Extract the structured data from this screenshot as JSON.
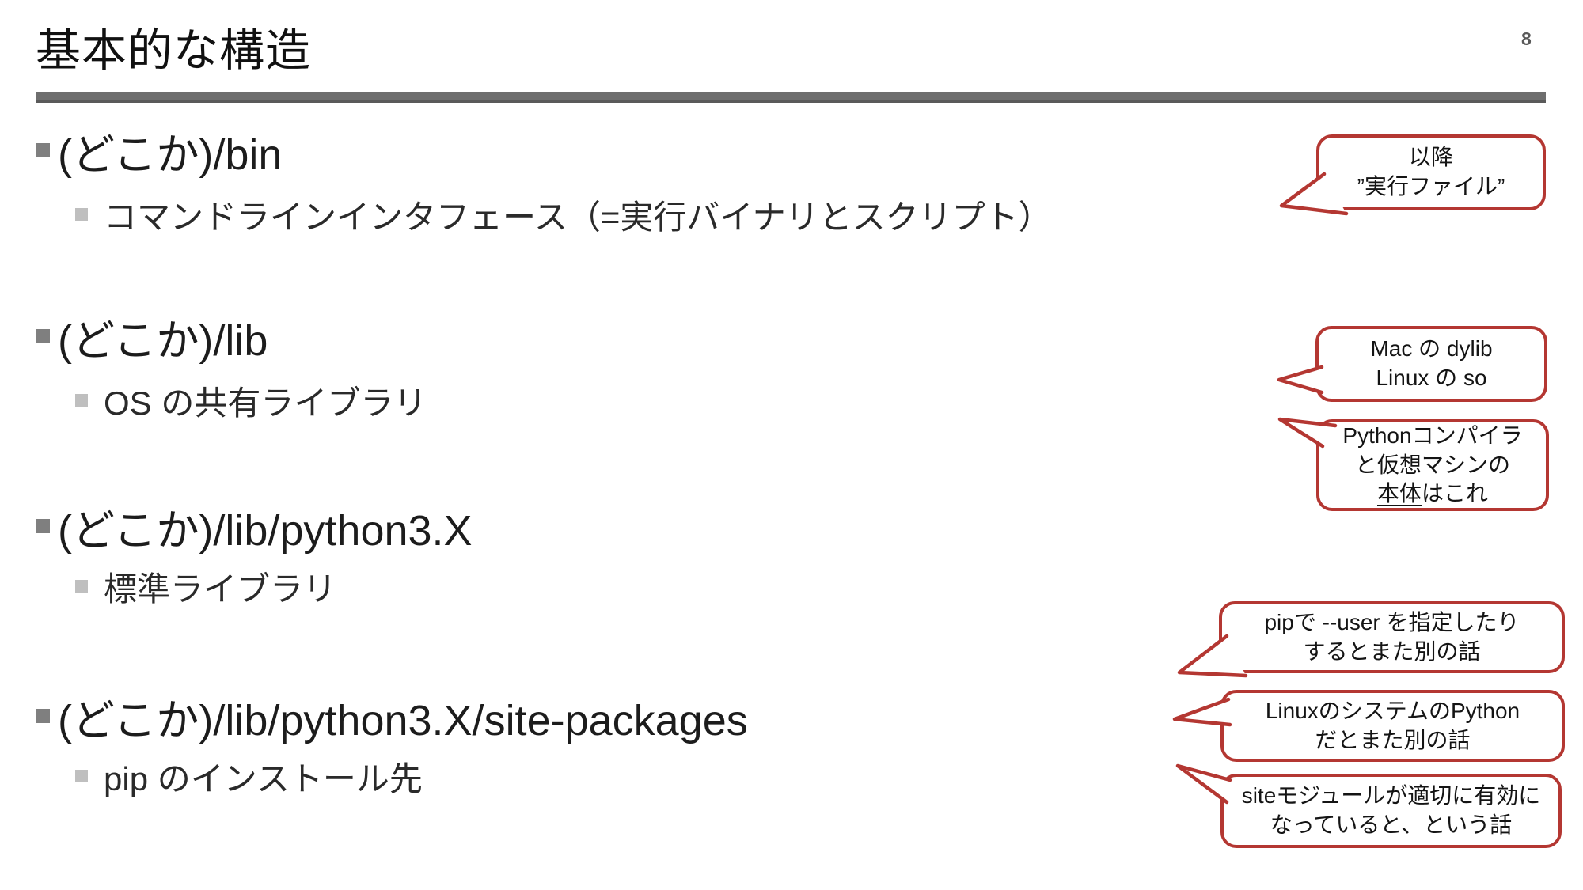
{
  "slide": {
    "title": "基本的な構造",
    "page_number": "8",
    "colors": {
      "callout_border_red": "#B43732",
      "divider_gray": "#6E6E6E",
      "bullet_level1_gray": "#7F7F7F",
      "bullet_level2_gray": "#BFBFBF",
      "text": "#1C1C1C"
    }
  },
  "bullets": [
    {
      "label": "(どこか)/bin",
      "sub": "コマンドラインインタフェース（=実行バイナリとスクリプト）"
    },
    {
      "label": "(どこか)/lib",
      "sub": "OS の共有ライブラリ"
    },
    {
      "label": "(どこか)/lib/python3.X",
      "sub": "標準ライブラリ"
    },
    {
      "label": "(どこか)/lib/python3.X/site-packages",
      "sub": "pip のインストール先"
    }
  ],
  "callouts": [
    {
      "lines": [
        [
          {
            "t": "以降"
          }
        ],
        [
          {
            "t": "”実行ファイル”"
          }
        ]
      ]
    },
    {
      "lines": [
        [
          {
            "t": "Mac の dylib"
          }
        ],
        [
          {
            "t": "Linux の so"
          }
        ]
      ]
    },
    {
      "lines": [
        [
          {
            "t": "Pythonコンパイラ"
          }
        ],
        [
          {
            "t": "と仮想マシンの"
          }
        ],
        [
          {
            "t": "本体",
            "u": true
          },
          {
            "t": "はこれ"
          }
        ]
      ]
    },
    {
      "lines": [
        [
          {
            "t": "pipで --user を指定したり"
          }
        ],
        [
          {
            "t": "するとまた別の話"
          }
        ]
      ]
    },
    {
      "lines": [
        [
          {
            "t": "LinuxのシステムのPython"
          }
        ],
        [
          {
            "t": "だとまた別の話"
          }
        ]
      ]
    },
    {
      "lines": [
        [
          {
            "t": "siteモジュールが適切に有効に"
          }
        ],
        [
          {
            "t": "なっていると、という話"
          }
        ]
      ]
    }
  ]
}
